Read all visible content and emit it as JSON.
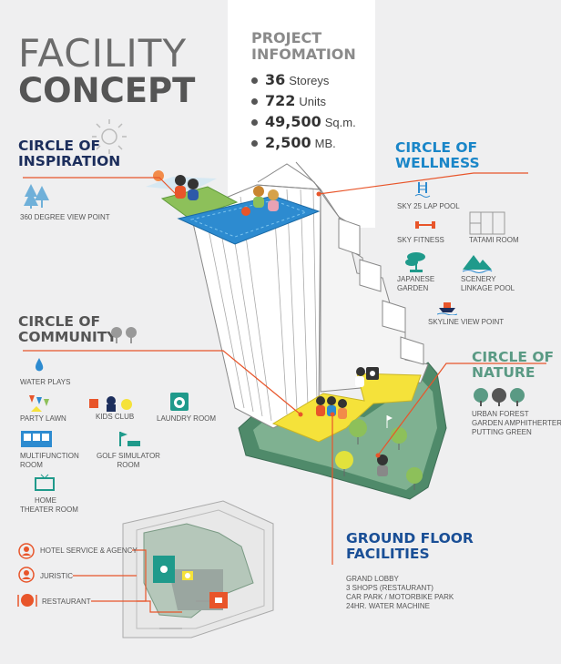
{
  "title": {
    "line1": "FACILITY",
    "line2": "CONCEPT"
  },
  "project": {
    "heading1": "PROJECT",
    "heading2": "INFOMATION",
    "stats": [
      {
        "value": "36",
        "unit": "Storeys"
      },
      {
        "value": "722",
        "unit": "Units"
      },
      {
        "value": "49,500",
        "unit": "Sq.m."
      },
      {
        "value": "2,500",
        "unit": "MB."
      }
    ]
  },
  "inspiration": {
    "line1": "CIRCLE OF",
    "line2": "INSPIRATION",
    "items": [
      "360 DEGREE VIEW POINT"
    ]
  },
  "wellness": {
    "line1": "CIRCLE OF",
    "line2": "WELLNESS",
    "items": [
      "SKY 25 LAP POOL",
      "SKY FITNESS",
      "TATAMI ROOM",
      "JAPANESE",
      "GARDEN",
      "SCENERY",
      "LINKAGE POOL",
      "SKYLINE VIEW POINT"
    ]
  },
  "community": {
    "line1": "CIRCLE OF",
    "line2": "COMMUNITY",
    "items": [
      "WATER PLAYS",
      "PARTY LAWN",
      "KIDS CLUB",
      "LAUNDRY ROOM",
      "MULTIFUNCTION",
      "ROOM",
      "GOLF SIMULATOR",
      "ROOM",
      "HOME",
      "THEATER ROOM"
    ]
  },
  "nature": {
    "line1": "CIRCLE OF",
    "line2": "NATURE",
    "items": [
      "URBAN FOREST",
      "GARDEN AMPHITHERTER",
      "PUTTING GREEN"
    ]
  },
  "ground": {
    "line1": "GROUND FLOOR",
    "line2": "FACILITIES",
    "items": [
      "GRAND LOBBY",
      "3 SHOPS (RESTAURANT)",
      "CAR PARK / MOTORBIKE PARK",
      "24HR. WATER MACHINE"
    ]
  },
  "services": {
    "items": [
      "HOTEL SERVICE & AGENCY",
      "JURISTIC",
      "RESTAURANT"
    ]
  },
  "colors": {
    "orange": "#e8552a",
    "navy": "#1c2e5c",
    "blue": "#1a86c8",
    "green": "#5a9a84",
    "pool": "#2d8bd0",
    "deck": "#f5e23a"
  }
}
